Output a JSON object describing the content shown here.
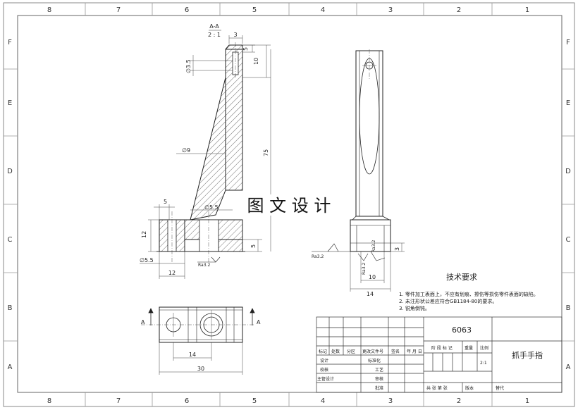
{
  "zones": {
    "columns": [
      "8",
      "7",
      "6",
      "5",
      "4",
      "3",
      "2",
      "1"
    ],
    "rows": [
      "F",
      "E",
      "D",
      "C",
      "B",
      "A"
    ]
  },
  "section_view": {
    "label": "A-A",
    "scale": "2 : 1",
    "dims": {
      "d3": "3",
      "d5_top": "5",
      "d10": "10",
      "phi35": "∅3.5",
      "phi9": "∅9",
      "d75": "75",
      "d5_left": "5",
      "phi55_mid": "∅5.5",
      "d12_v": "12",
      "d5_bottom": "5",
      "phi55_low": "∅5.5",
      "d12_h": "12",
      "ra": "Ra3.2"
    }
  },
  "side_view": {
    "dims": {
      "d3": "3",
      "d10": "10",
      "d14": "14",
      "ra_left": "Ra3.2",
      "ra_mid": "Ra3.2",
      "ra_right": "Ra3.2"
    }
  },
  "top_view": {
    "dims": {
      "d14": "14",
      "d30": "30"
    },
    "arrow_label": "A"
  },
  "watermark": "图 文 设 计",
  "tech": {
    "title": "技术要求",
    "items": [
      "1. 零件加工表面上，不应有划痕、擦伤等损伤零件表面的缺陷。",
      "2. 未注形状公差应符合GB1184-80的要求。",
      "3. 锐角倒钝。"
    ]
  },
  "title_block": {
    "material": "6063",
    "part_name": "抓手手指",
    "headers": {
      "mark": "标记",
      "count": "处数",
      "zone": "分区",
      "doc": "更改文件号",
      "sign": "签名",
      "date": "年 月 日"
    },
    "rows_left": [
      "设计",
      "校核",
      "主管设计"
    ],
    "rows_mid": [
      "标准化",
      "工艺",
      "审核",
      "批准"
    ],
    "stage": "阶 段 标 记",
    "weight": "重量",
    "scale_label": "比例",
    "scale_value": "2:1",
    "sheets": "共  张  第  张",
    "version": "版本",
    "replace": "替代"
  }
}
